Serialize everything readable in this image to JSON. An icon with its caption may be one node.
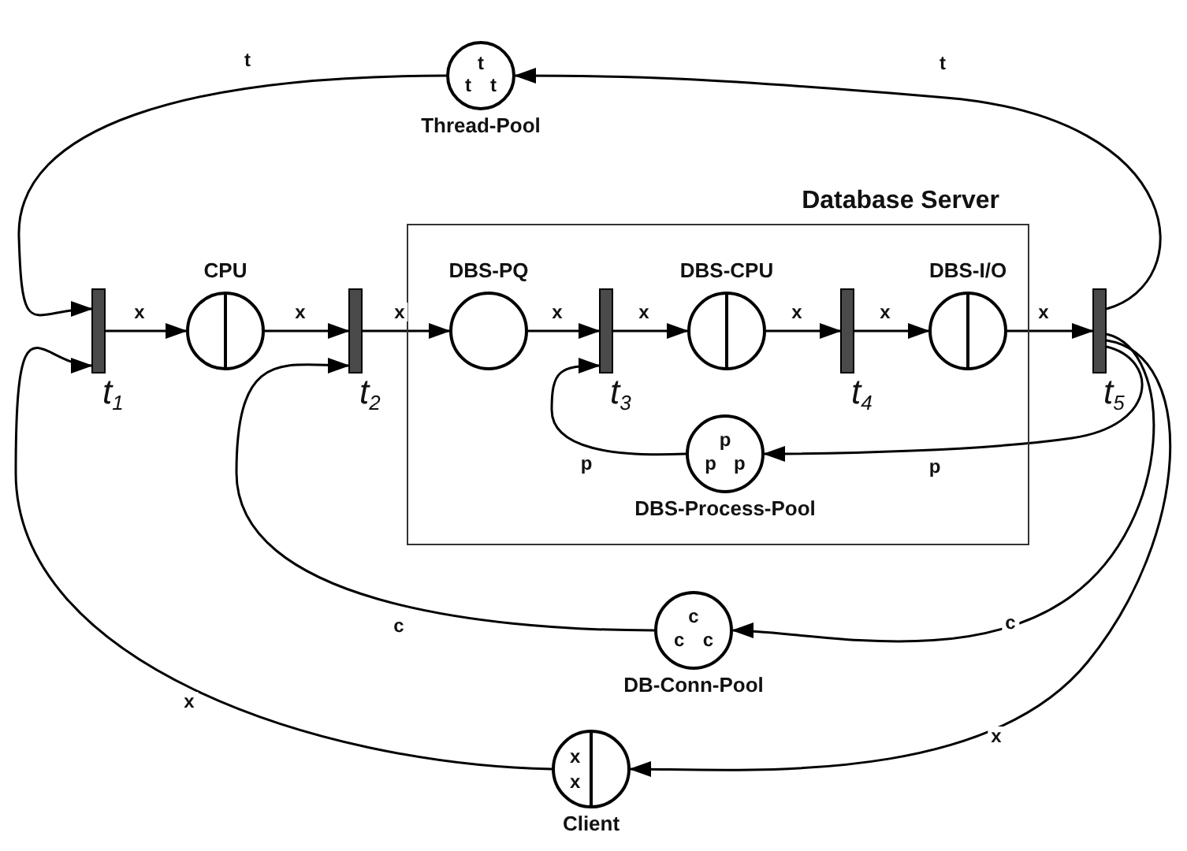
{
  "diagram": {
    "nodes": [
      {
        "text": [
          "t",
          "t",
          "t",
          "Thread-Pool"
        ]
      },
      {
        "text": [
          "Database Server"
        ]
      },
      {
        "text": [
          "t$_{1}$"
        ]
      },
      {
        "text": [
          "CPU"
        ]
      },
      {
        "text": [
          "t$_{2}$"
        ]
      },
      {
        "text": [
          "DBS-PQ"
        ],
        "in": 1
      },
      {
        "text": [
          "t$_{3}$"
        ],
        "in": 1
      },
      {
        "text": [
          "DBS-CPU"
        ],
        "in": 1
      },
      {
        "text": [
          "t$_{4}$"
        ],
        "in": 1
      },
      {
        "text": [
          "DBS-I/O"
        ],
        "in": 1
      },
      {
        "text": [
          "t$_{5}$"
        ]
      },
      {
        "text": [
          "p",
          "p",
          "p",
          "DBS-Process-Pool"
        ],
        "in": 1
      },
      {
        "text": [
          "c",
          "c",
          "c",
          "DB-Conn-Pool"
        ]
      },
      {
        "text": [
          "x",
          "x",
          "Client"
        ]
      }
    ],
    "edges": [
      {
        "from": 2,
        "to": 3,
        "arrow": "to",
        "label": "x"
      },
      {
        "from": 3,
        "to": 4,
        "arrow": "to",
        "label": "x"
      },
      {
        "from": 4,
        "to": 5,
        "arrow": "to",
        "label": "x"
      },
      {
        "from": 5,
        "to": 6,
        "arrow": "to",
        "label": "x"
      },
      {
        "from": 6,
        "to": 7,
        "arrow": "to",
        "label": "x"
      },
      {
        "from": 7,
        "to": 8,
        "arrow": "to",
        "label": "x"
      },
      {
        "from": 8,
        "to": 9,
        "arrow": "to",
        "label": "x"
      },
      {
        "from": 9,
        "to": 10,
        "arrow": "to",
        "label": "x"
      },
      {
        "from": 10,
        "to": 0,
        "arrow": "to",
        "label": "t"
      },
      {
        "from": 0,
        "to": 2,
        "arrow": "to",
        "label": "t"
      },
      {
        "from": 10,
        "to": 11,
        "arrow": "to",
        "label": "p"
      },
      {
        "from": 11,
        "to": 6,
        "arrow": "to",
        "label": "p"
      },
      {
        "from": 10,
        "to": 12,
        "arrow": "to",
        "label": "c"
      },
      {
        "from": 12,
        "to": 4,
        "arrow": "to",
        "label": "c"
      },
      {
        "from": 10,
        "to": 13,
        "arrow": "to",
        "label": "x"
      },
      {
        "from": 13,
        "to": 2,
        "arrow": "to",
        "label": "x"
      }
    ]
  }
}
